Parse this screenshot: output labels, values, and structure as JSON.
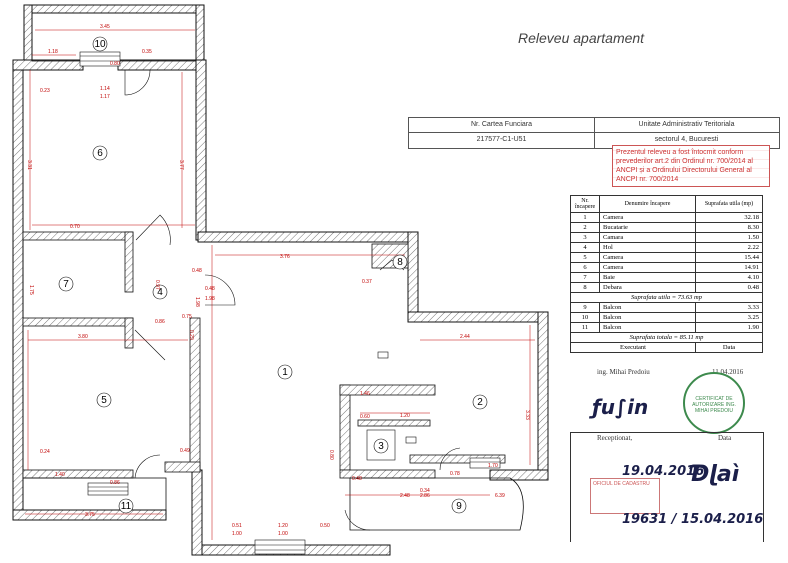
{
  "page": {
    "title": "Releveu apartament"
  },
  "property_form": {
    "col1_header": "Nr. Cartea Funciara",
    "col2_header": "Unitate Administrativ Teritoriala",
    "col1_value": "217577-C1-U51",
    "col2_value": "sectorul 4, Bucuresti"
  },
  "stamp": {
    "text": "Prezentul releveu a fost întocmit conform prevederilor art.2 din Ordinul nr. 700/2014 al ANCPI și a Ordinului Directorului General al ANCPI nr. 700/2014"
  },
  "rooms_table": {
    "header_nr": "Nr. încapere",
    "header_name": "Denumire încapere",
    "header_area": "Suprafata utila (mp)",
    "rows": [
      {
        "nr": "1",
        "name": "Camera",
        "area": "32.18"
      },
      {
        "nr": "2",
        "name": "Bucatarie",
        "area": "8.30"
      },
      {
        "nr": "3",
        "name": "Camara",
        "area": "1.50"
      },
      {
        "nr": "4",
        "name": "Hol",
        "area": "2.22"
      },
      {
        "nr": "5",
        "name": "Camera",
        "area": "15.44"
      },
      {
        "nr": "6",
        "name": "Camera",
        "area": "14.91"
      },
      {
        "nr": "7",
        "name": "Baie",
        "area": "4.10"
      },
      {
        "nr": "8",
        "name": "Debara",
        "area": "0.48"
      }
    ],
    "useful_total": "Suprafata utila = 73.63 mp",
    "balcony_rows": [
      {
        "nr": "9",
        "name": "Balcon",
        "area": "3.33"
      },
      {
        "nr": "10",
        "name": "Balcon",
        "area": "3.25"
      },
      {
        "nr": "11",
        "name": "Balcon",
        "area": "1.90"
      }
    ],
    "grand_total": "Suprafata totala = 85.11 mp",
    "executant_label": "Executant",
    "data_label": "Data"
  },
  "executant": {
    "name": "ing. Mihai Predoiu",
    "date": "11.04.2016"
  },
  "receipt": {
    "label": "Receptionat,",
    "data_label": "Data",
    "hand_date": "19.04.2016",
    "hand_ref": "19631 / 15.04.2016"
  },
  "seal": {
    "text": "CERTIFICAT DE AUTORIZARE ING. MIHAI PREDOIU"
  },
  "seal2": {
    "text": "OFICIUL DE CADASTRU"
  },
  "plan": {
    "rooms": [
      {
        "id": "1",
        "label": "1"
      },
      {
        "id": "2",
        "label": "2"
      },
      {
        "id": "3",
        "label": "3"
      },
      {
        "id": "4",
        "label": "4"
      },
      {
        "id": "5",
        "label": "5"
      },
      {
        "id": "6",
        "label": "6"
      },
      {
        "id": "7",
        "label": "7"
      },
      {
        "id": "8",
        "label": "8"
      },
      {
        "id": "9",
        "label": "9"
      },
      {
        "id": "10",
        "label": "10"
      },
      {
        "id": "11",
        "label": "11"
      }
    ],
    "dims": [
      "3.45",
      "1.18",
      "0.35",
      "0.80",
      "1.14",
      "1.17",
      "0.23",
      "3.31",
      "3.77",
      "0.70",
      "3.76",
      "0.48",
      "1.98",
      "0.97",
      "0.48",
      "1.98",
      "1.20",
      "0.60",
      "0.37",
      "0.86",
      "0.75",
      "3.80",
      "2.44",
      "3.33",
      "1.46",
      "0.80",
      "0.51",
      "1.00",
      "1.20",
      "1.00",
      "0.50",
      "2.48",
      "2.86",
      "1.70",
      "6.39",
      "0.78",
      "0.48",
      "0.34",
      "3.75",
      "1.40",
      "0.86",
      "1.75",
      "0.24",
      "0.49",
      "0.29"
    ]
  }
}
